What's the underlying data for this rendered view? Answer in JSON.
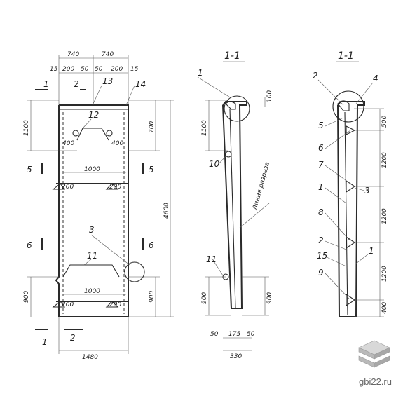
{
  "views": {
    "section_title_mid": "1-1",
    "section_title_right": "1-1"
  },
  "front": {
    "top_dims": [
      "740",
      "740"
    ],
    "sub_dims": [
      "15",
      "200",
      "50",
      "50",
      "200",
      "15"
    ],
    "bottom_dims": [
      "1480"
    ],
    "right_overall": "4600",
    "left_top": "1100",
    "right_top": "700",
    "left_bottom": "900",
    "right_bottom": "900",
    "inner_1000_top": "1000",
    "inner_1000_bottom": "1000",
    "d400_a": "400",
    "d400_b": "400",
    "d200": [
      "200",
      "200",
      "200",
      "200"
    ],
    "callouts": [
      "1",
      "2",
      "13",
      "14",
      "12",
      "11",
      "3"
    ],
    "cuts": {
      "c1": "1",
      "c2": "2",
      "c5": "5",
      "c6": "6"
    }
  },
  "mid": {
    "dims_left": [
      "1100",
      "900"
    ],
    "dims_right": [
      "100",
      "900"
    ],
    "dims_bottom": [
      "50",
      "175",
      "50",
      "330"
    ],
    "callouts": [
      "1",
      "10",
      "11"
    ],
    "note": "Линия разреза"
  },
  "right": {
    "dims_right": [
      "500",
      "1200",
      "1200",
      "1200",
      "400"
    ],
    "callouts": [
      "2",
      "4",
      "5",
      "6",
      "7",
      "1",
      "3",
      "8",
      "2",
      "15",
      "9",
      "1"
    ]
  },
  "watermark": "gbi22.ru"
}
